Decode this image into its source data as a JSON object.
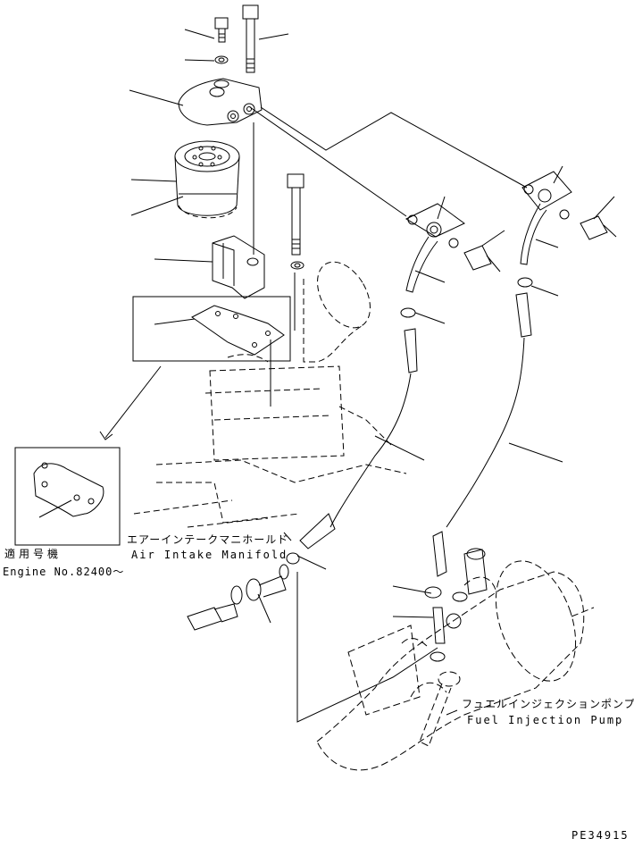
{
  "labels": {
    "air_intake_jp": "エアーインテークマニホールド",
    "air_intake_en": "Air Intake Manifold",
    "fuel_pump_jp": "フュエルインジェクションポンプ",
    "fuel_pump_en": "Fuel Injection Pump",
    "applicable_jp": "適用号機",
    "engine_no": "Engine No.82400～",
    "drawing_code": "PE34915"
  },
  "colors": {
    "line": "#000000",
    "background": "#ffffff"
  }
}
